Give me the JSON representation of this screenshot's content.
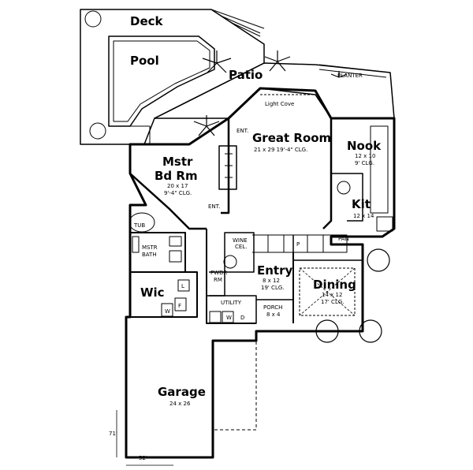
{
  "labels": {
    "deck": "Deck",
    "pool": "Pool",
    "patio": "Patio",
    "planter": "PLANTER",
    "light_cove": "Light Cove",
    "ent_top": "ENT.",
    "great_room": "Great Room",
    "great_room_dims": "21 x 29  19'-4\" CLG.",
    "nook": "Nook",
    "nook_dims_1": "12 x 10",
    "nook_dims_2": "9' CLG.",
    "mstr_bd_1": "Mstr",
    "mstr_bd_2": "Bd Rm",
    "mstr_dims_1": "20 x 17",
    "mstr_dims_2": "9'-4\" CLG.",
    "ent_mid": "ENT.",
    "kit": "Kit",
    "kit_dims": "12 x 14",
    "tub": "TUB",
    "pan": "PAN",
    "wine_1": "WINE",
    "wine_2": "CEL.",
    "mstr_bath_1": "MSTR",
    "mstr_bath_2": "BATH",
    "p_label": "P",
    "pwdr_1": "PWDR",
    "pwdr_2": "RM",
    "entry": "Entry",
    "entry_dims_1": "8 x 12",
    "entry_dims_2": "19' CLG.",
    "dining": "Dining",
    "dining_dims_1": "14 x 12",
    "dining_dims_2": "17' CLG.",
    "wic": "Wic",
    "l_label": "L",
    "f_label": "F",
    "w_label": "W",
    "utility": "UTILITY",
    "porch": "PORCH",
    "porch_dims": "8 x 4",
    "w2_label": "W",
    "d_label": "D",
    "garage": "Garage",
    "garage_dims": "24 x 26",
    "dim_71": "71'",
    "dim_52": "52'"
  }
}
